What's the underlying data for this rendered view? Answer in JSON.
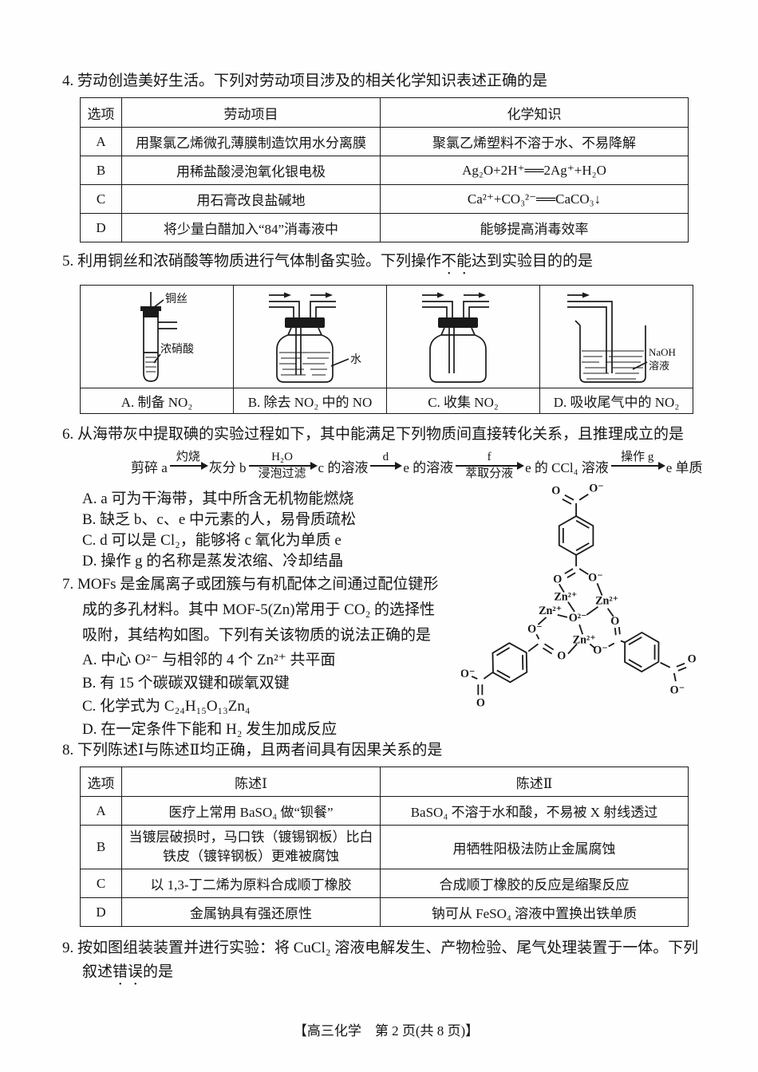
{
  "page": {
    "footer": "【高三化学　第 2 页(共 8 页)】"
  },
  "q4": {
    "title": "4. 劳动创造美好生活。下列对劳动项目涉及的相关化学知识表述正确的是",
    "headers": [
      "选项",
      "劳动项目",
      "化学知识"
    ],
    "rows": [
      {
        "option": "A",
        "project": "用聚氯乙烯微孔薄膜制造饮用水分离膜",
        "knowledge": "聚氯乙烯塑料不溶于水、不易降解"
      },
      {
        "option": "B",
        "project": "用稀盐酸浸泡氧化银电极",
        "knowledge": "Ag₂O+2H⁺══2Ag⁺+H₂O"
      },
      {
        "option": "C",
        "project": "用石膏改良盐碱地",
        "knowledge": "Ca²⁺+CO₃²⁻══CaCO₃↓"
      },
      {
        "option": "D",
        "project": "将少量白醋加入“84”消毒液中",
        "knowledge": "能够提高消毒效率"
      }
    ]
  },
  "q5": {
    "title_pre": "5. 利用铜丝和浓硝酸等物质进行气体制备实验。下列操作",
    "title_emph": "不能",
    "title_post": "达到实验目的的是",
    "labels": {
      "copper_wire": "铜丝",
      "acid": "浓硝酸",
      "water": "水",
      "naoh": "NaOH",
      "solution": "溶液"
    },
    "items": [
      {
        "caption": "A. 制备 NO₂"
      },
      {
        "caption": "B. 除去 NO₂ 中的 NO"
      },
      {
        "caption": "C. 收集 NO₂"
      },
      {
        "caption": "D. 吸收尾气中的 NO₂"
      }
    ]
  },
  "q6": {
    "title": "6. 从海带灰中提取碘的实验过程如下，其中能满足下列物质间直接转化关系，且推理成立的是",
    "flow": {
      "nodes": [
        "剪碎 a",
        "灰分 b",
        "c 的溶液",
        "e 的溶液",
        "e 的 CCl₄ 溶液",
        "e 单质"
      ],
      "arrows": [
        {
          "top": "灼烧",
          "bottom": ""
        },
        {
          "top": "H₂O",
          "bottom": "浸泡过滤"
        },
        {
          "top": "d",
          "bottom": ""
        },
        {
          "top": "f",
          "bottom": "萃取分液"
        },
        {
          "top": "操作 g",
          "bottom": ""
        }
      ]
    },
    "options": [
      "A. a 可为干海带，其中所含无机物能燃烧",
      "B. 缺乏 b、c、e 中元素的人，易骨质疏松",
      "C. d 可以是 Cl₂，能够将 c 氧化为单质 e",
      "D. 操作 g 的名称是蒸发浓缩、冷却结晶"
    ]
  },
  "q7": {
    "lines": [
      "7. MOFs 是金属离子或团簇与有机配体之间通过配位键形",
      "成的多孔材料。其中 MOF-5(Zn)常用于 CO₂ 的选择性",
      "吸附，其结构如图。下列有关该物质的说法正确的是"
    ],
    "options": [
      "A. 中心 O²⁻ 与相邻的 4 个 Zn²⁺ 共平面",
      "B. 有 15 个碳碳双键和碳氧双键",
      "C. 化学式为 C₂₄H₁₅O₁₃Zn₄",
      "D. 在一定条件下能和 H₂ 发生加成反应"
    ],
    "mof_labels": {
      "o_minus": "O⁻",
      "o": "O",
      "zn": "Zn²⁺",
      "o_center": "O²⁻"
    }
  },
  "q8": {
    "title": "8. 下列陈述Ⅰ与陈述Ⅱ均正确，且两者间具有因果关系的是",
    "headers": [
      "选项",
      "陈述Ⅰ",
      "陈述Ⅱ"
    ],
    "rows": [
      {
        "option": "A",
        "s1": "医疗上常用 BaSO₄ 做“钡餐”",
        "s2": "BaSO₄ 不溶于水和酸，不易被 X 射线透过"
      },
      {
        "option": "B",
        "s1": "当镀层破损时，马口铁（镀锡钢板）比白铁皮（镀锌钢板）更难被腐蚀",
        "s2": "用牺牲阳极法防止金属腐蚀"
      },
      {
        "option": "C",
        "s1": "以 1,3-丁二烯为原料合成顺丁橡胶",
        "s2": "合成顺丁橡胶的反应是缩聚反应"
      },
      {
        "option": "D",
        "s1": "金属钠具有强还原性",
        "s2": "钠可从 FeSO₄ 溶液中置换出铁单质"
      }
    ]
  },
  "q9": {
    "line1": "9. 按如图组装装置并进行实验：将 CuCl₂ 溶液电解发生、产物检验、尾气处理装置于一体。下列",
    "line2_pre": "叙述",
    "line2_emph": "错误",
    "line2_post": "的是"
  }
}
